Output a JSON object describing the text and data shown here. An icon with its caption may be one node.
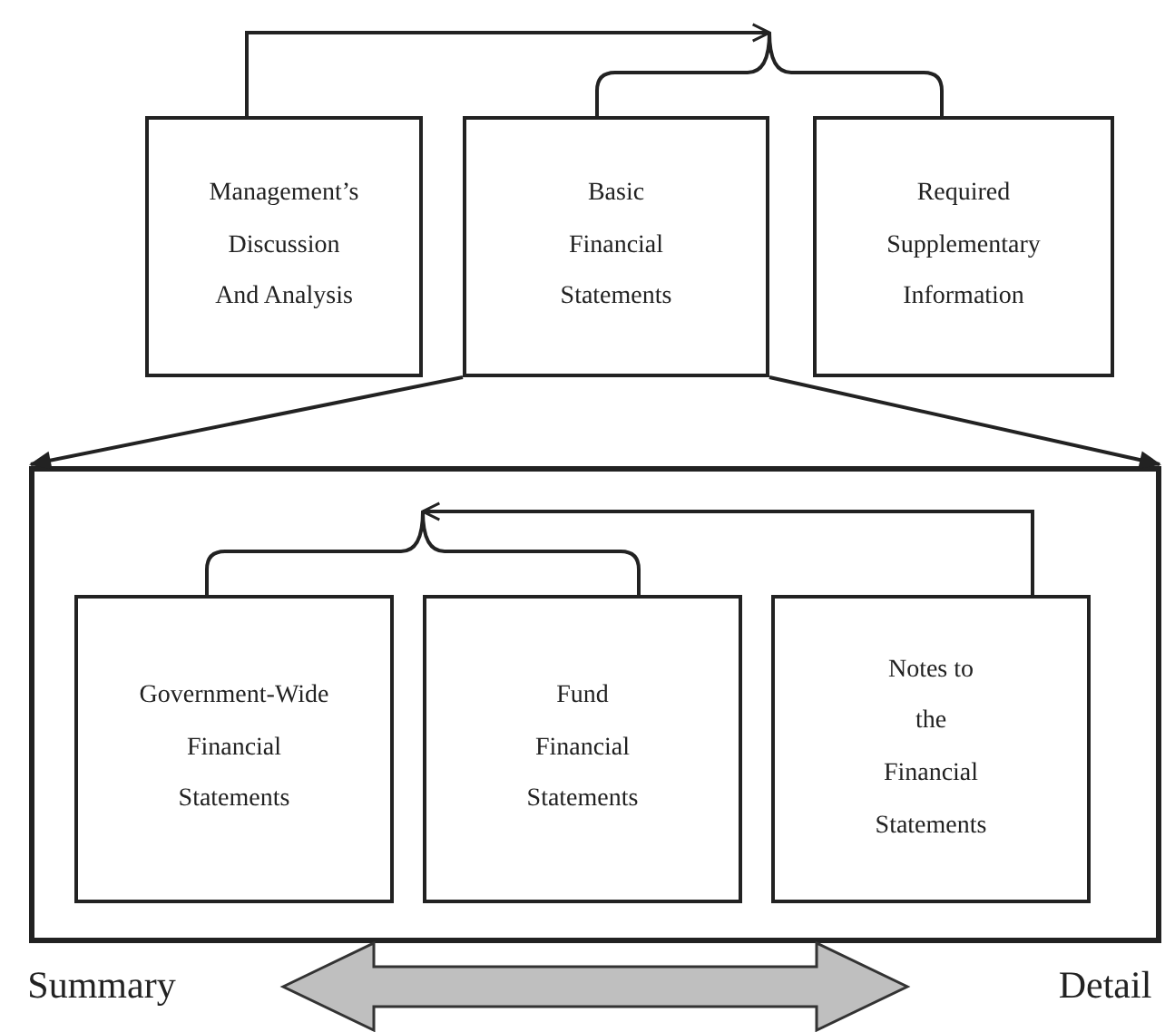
{
  "diagram": {
    "nodes": [
      {
        "text": [
          "Management’s Discussion And Analysis"
        ]
      },
      {
        "text": [
          "Basic Financial Statements"
        ]
      },
      {
        "text": [
          "Required Supplementary Information"
        ]
      },
      {
        "text": [],
        "shape": "box"
      },
      {
        "text": [
          "Government-Wide Financial Statements"
        ],
        "in": 3
      },
      {
        "text": [
          "Fund Financial Statements"
        ],
        "in": 3
      },
      {
        "text": [
          "Notes to the Financial Statements"
        ],
        "in": 3
      },
      {
        "text": [
          "Summary"
        ]
      },
      {
        "text": [
          "Detail"
        ]
      },
      {
        "text": [],
        "shape": "brace"
      },
      {
        "text": [],
        "shape": "brace",
        "in": 3
      }
    ],
    "edges": [
      {
        "from": 0,
        "to": 9,
        "arrow": "to"
      },
      {
        "from": 1,
        "to": 3,
        "arrow": "to"
      },
      {
        "from": 1,
        "to": 3,
        "arrow": "to"
      },
      {
        "from": 6,
        "to": 10,
        "arrow": "to"
      },
      {
        "from": 7,
        "to": 8,
        "arrow": "both"
      }
    ]
  }
}
